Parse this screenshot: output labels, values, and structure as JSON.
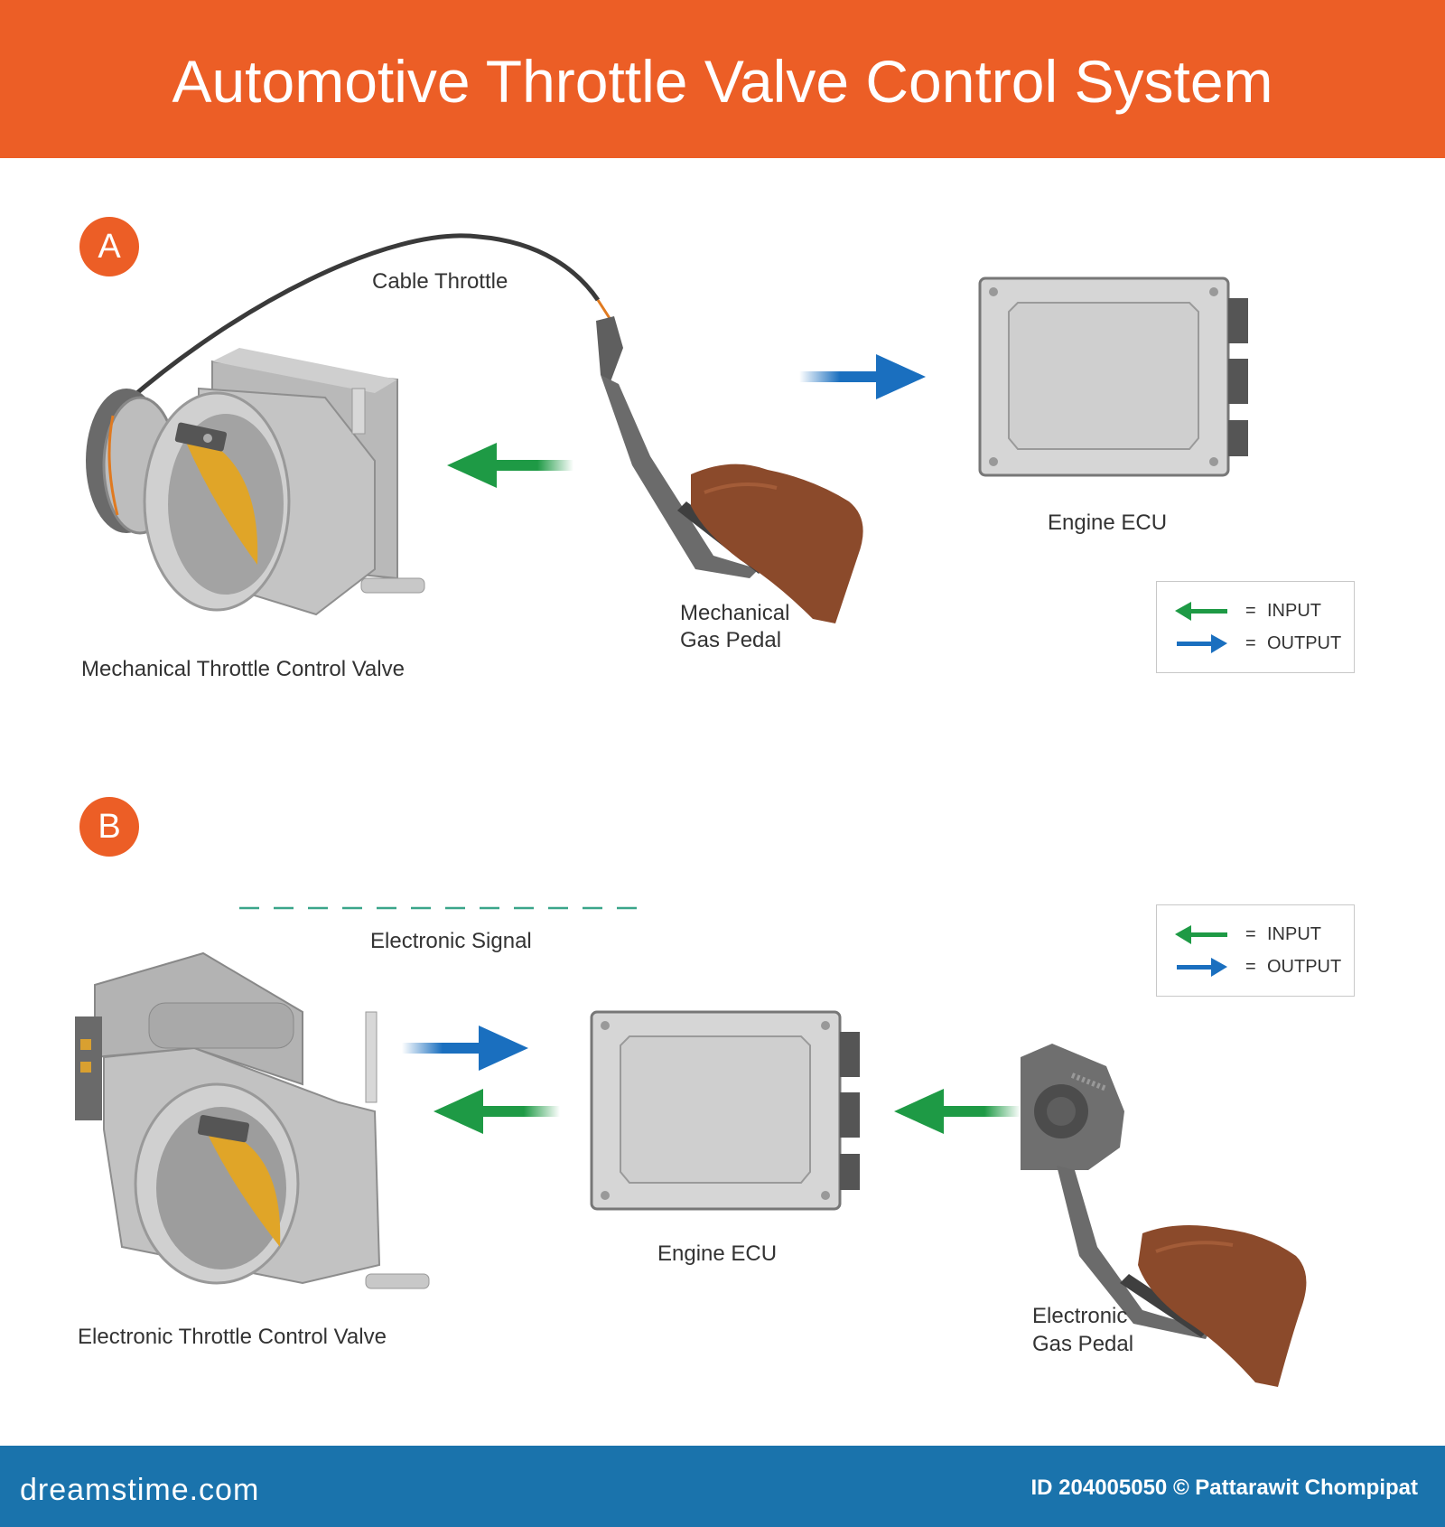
{
  "header": {
    "title": "Automotive Throttle Valve Control System"
  },
  "section_a": {
    "badge": "A",
    "cable_label": "Cable Throttle",
    "valve_label": "Mechanical Throttle Control Valve",
    "pedal_label_line1": "Mechanical",
    "pedal_label_line2": "Gas Pedal",
    "ecu_label": "Engine ECU",
    "legend": {
      "eq": "=",
      "input": "INPUT",
      "output": "OUTPUT"
    }
  },
  "section_b": {
    "badge": "B",
    "signal_label": "Electronic Signal",
    "valve_label": "Electronic Throttle Control Valve",
    "ecu_label": "Engine ECU",
    "pedal_label_line1": "Electronic",
    "pedal_label_line2": "Gas Pedal",
    "legend": {
      "eq": "=",
      "input": "INPUT",
      "output": "OUTPUT"
    }
  },
  "footer": {
    "brand": "dreamstime.com",
    "credit": "ID 204005050 © Pattarawit Chompipat"
  },
  "colors": {
    "header": "#ec5e26",
    "footer": "#1a73ac",
    "input_arrow": "#1e9a45",
    "output_arrow": "#1a6fbf",
    "valve_plate": "#e0a528",
    "shoe": "#8b4a2b"
  }
}
